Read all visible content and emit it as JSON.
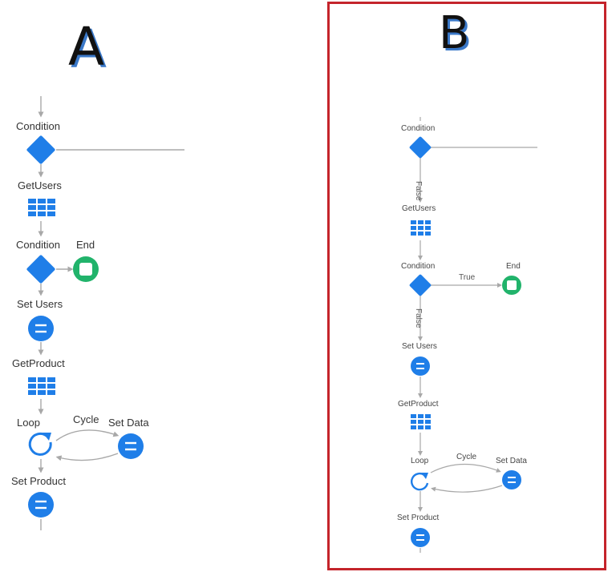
{
  "panel_a": {
    "letter": "A",
    "labels": {
      "condition1": "Condition",
      "getusers": "GetUsers",
      "condition2": "Condition",
      "end": "End",
      "setusers": "Set Users",
      "getproduct": "GetProduct",
      "loop": "Loop",
      "cycle": "Cycle",
      "setdata": "Set Data",
      "setproduct": "Set Product"
    }
  },
  "panel_b": {
    "letter": "B",
    "labels": {
      "condition1": "Condition",
      "false1": "False",
      "getusers": "GetUsers",
      "condition2": "Condition",
      "true": "True",
      "end": "End",
      "false2": "False",
      "setusers": "Set Users",
      "getproduct": "GetProduct",
      "loop": "Loop",
      "cycle": "Cycle",
      "setdata": "Set Data",
      "setproduct": "Set Product"
    }
  },
  "colors": {
    "node_blue": "#1f7ee8",
    "end_green": "#21b36b",
    "connector_gray": "#a8a8a8",
    "frame_red": "#c4242b"
  },
  "icons": [
    "diamond-condition-icon",
    "table-aggregate-icon",
    "assign-icon",
    "loop-icon",
    "end-icon"
  ]
}
